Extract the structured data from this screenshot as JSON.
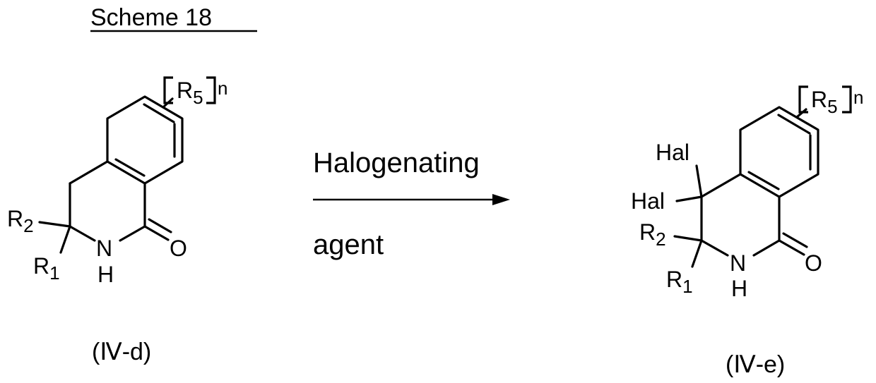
{
  "scheme": {
    "title": "Scheme 18",
    "reagent": {
      "line1": "Halogenating",
      "line2": "agent"
    }
  },
  "reactant": {
    "id": "(Ⅳ-d)",
    "atoms": {
      "R5": "R",
      "R5_sub": "5",
      "n": "n",
      "R2": "R",
      "R2_sub": "2",
      "R1": "R",
      "R1_sub": "1",
      "N": "N",
      "H": "H",
      "O": "O"
    }
  },
  "product": {
    "id": "(Ⅳ-e)",
    "atoms": {
      "R5": "R",
      "R5_sub": "5",
      "n": "n",
      "Hal_top": "Hal",
      "Hal_left": "Hal",
      "R2": "R",
      "R2_sub": "2",
      "R1": "R",
      "R1_sub": "1",
      "N": "N",
      "H": "H",
      "O": "O"
    }
  }
}
